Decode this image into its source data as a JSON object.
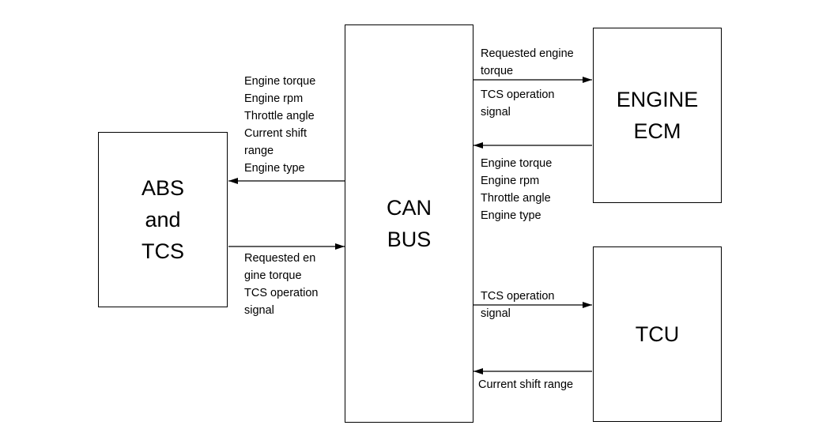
{
  "blocks": {
    "abs_tcs": [
      "ABS",
      "and",
      "TCS"
    ],
    "can_bus": [
      "CAN",
      "BUS"
    ],
    "engine_ecm": [
      "ENGINE",
      "ECM"
    ],
    "tcu": [
      "TCU"
    ]
  },
  "signals": {
    "bus_to_abs": [
      "Engine torque",
      "Engine rpm",
      "Throttle angle",
      "Current shift",
      "range",
      "Engine type"
    ],
    "abs_to_bus": [
      "Requested en",
      "gine torque",
      "TCS operation",
      "signal"
    ],
    "bus_to_ecm": [
      "Requested engine",
      "torque",
      "TCS operation",
      "signal"
    ],
    "ecm_to_bus": [
      "Engine torque",
      "Engine rpm",
      "Throttle angle",
      "Engine type"
    ],
    "bus_to_tcu": [
      "TCS operation",
      "signal"
    ],
    "tcu_to_bus": [
      "Current shift range"
    ]
  }
}
